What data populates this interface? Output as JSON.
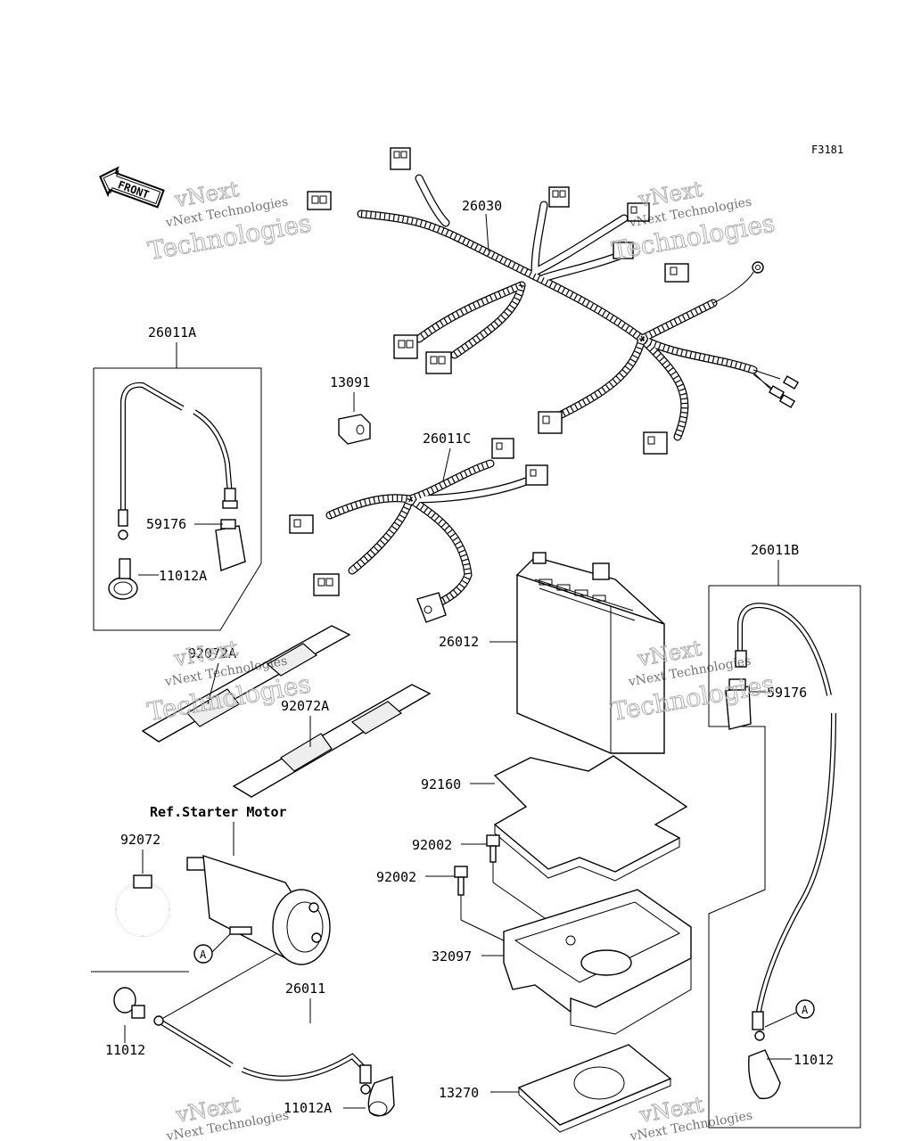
{
  "figure_code": "F3181",
  "front_label": "FRONT",
  "ref_label": "Ref.Starter Motor",
  "callout_marker": "A",
  "parts": {
    "p26030": "26030",
    "p26011A": "26011A",
    "p59176_left": "59176",
    "p11012A_left": "11012A",
    "p13091": "13091",
    "p26011C": "26011C",
    "p26012": "26012",
    "p26011B": "26011B",
    "p59176_right": "59176",
    "p92072A_1": "92072A",
    "p92072A_2": "92072A",
    "p92160": "92160",
    "p92002_1": "92002",
    "p92002_2": "92002",
    "p92072": "92072",
    "p32097": "32097",
    "p26011": "26011",
    "p11012_left": "11012",
    "p11012_right": "11012",
    "p11012A_bottom": "11012A",
    "p13270": "13270"
  },
  "watermark": {
    "line1": "vNext",
    "line2": "vNext Technologies",
    "line3": "Technologies"
  }
}
